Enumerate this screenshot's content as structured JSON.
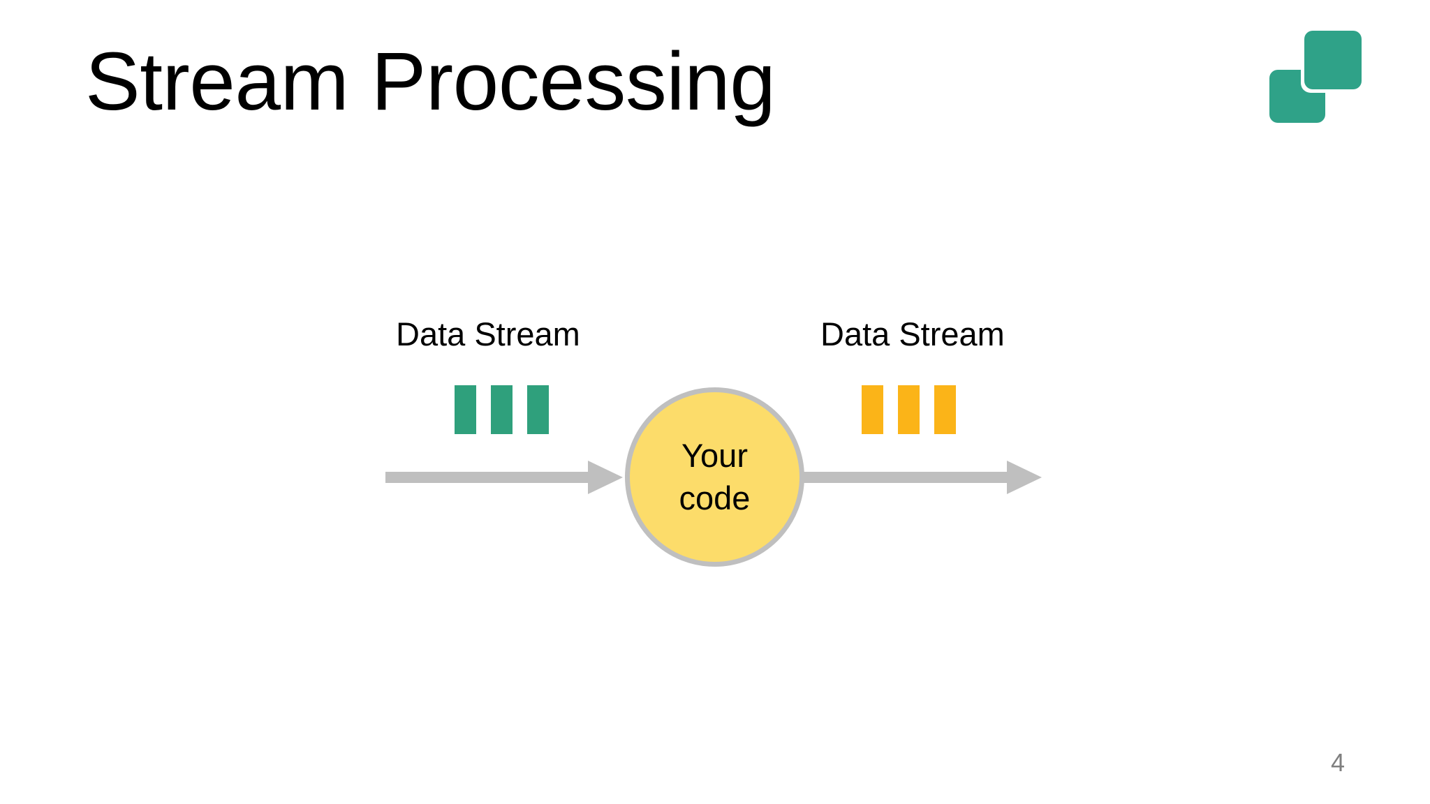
{
  "slide": {
    "title": "Stream Processing",
    "page_number": "4",
    "background_color": "#ffffff"
  },
  "logo": {
    "name": "two-overlapping-squares-logo",
    "color": "#2FA288",
    "squares": [
      {
        "name": "back-square"
      },
      {
        "name": "front-square"
      }
    ]
  },
  "diagram": {
    "type": "stream-processing-flow",
    "input": {
      "label": "Data Stream",
      "packet_color": "#2FA07C",
      "packet_count": 3
    },
    "processor": {
      "label": "Your\ncode",
      "fill_color": "#FCDC6A",
      "border_color": "#BFBFBF"
    },
    "output": {
      "label": "Data Stream",
      "packet_color": "#FBB418",
      "packet_count": 3
    },
    "arrow_color": "#BFBFBF",
    "arrows": [
      {
        "name": "input-arrow"
      },
      {
        "name": "output-arrow"
      }
    ]
  }
}
